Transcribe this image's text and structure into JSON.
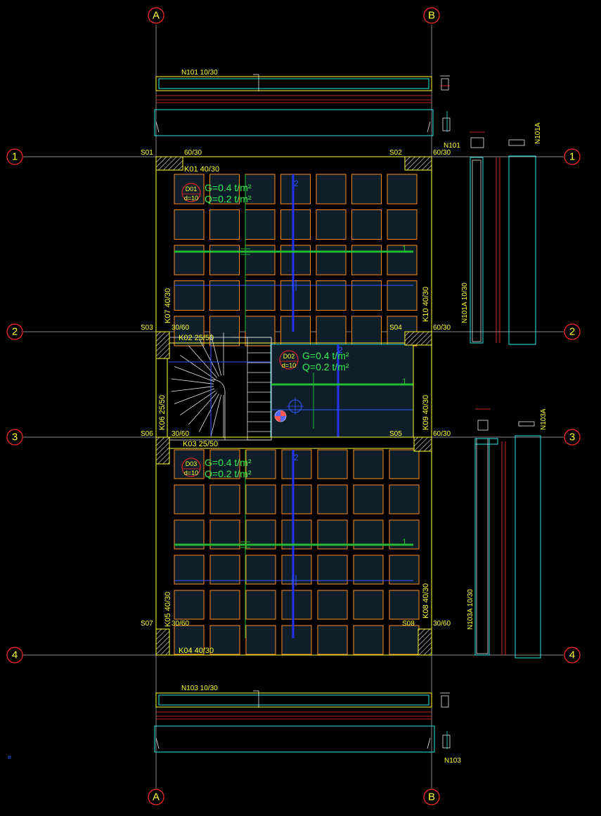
{
  "grid": {
    "columns": [
      "A",
      "B"
    ],
    "rows": [
      "1",
      "2",
      "3",
      "4"
    ]
  },
  "columns_labels": {
    "S01": "S01",
    "S02": "S02",
    "S03": "S03",
    "S04": "S04",
    "S05": "S05",
    "S06": "S06",
    "S07": "S07",
    "S08": "S08"
  },
  "column_sizes": {
    "s01": "60/30",
    "s02": "60/30",
    "s03": "30/60",
    "s04": "60/30",
    "s05": "60/30",
    "s06": "30/60",
    "s07": "30/60",
    "s08": "30/60"
  },
  "beams": {
    "k01": "K01 40/30",
    "k02": "K02 25/50",
    "k03": "K03 25/50",
    "k04": "K04 40/30",
    "k05": "K05 40/30",
    "k06": "K06 25/50",
    "k07": "K07 40/30",
    "k08": "K08 40/30",
    "k09": "K09 40/30",
    "k10": "K10 40/30"
  },
  "slabs": [
    {
      "id": "D01",
      "thickness": "d=10",
      "g": "G=0.4 t/m²",
      "q": "Q=0.2 t/m²"
    },
    {
      "id": "D02",
      "thickness": "d=10",
      "g": "G=0.4 t/m²",
      "q": "Q=0.2 t/m²"
    },
    {
      "id": "D03",
      "thickness": "d=10",
      "g": "G=0.4 t/m²",
      "q": "Q=0.2 t/m²"
    }
  ],
  "joists": {
    "n101_top": "N101 10/30",
    "n101_label": "N101",
    "n101a_vertical": "N101A 10/30",
    "n101a_label": "N101A",
    "n103_top": "N103 10/30",
    "n103_label": "N103",
    "n103a_vertical": "N103A 10/30",
    "n103a_label": "N103A"
  },
  "direction_marks": {
    "one": "1",
    "two": "2"
  },
  "colors": {
    "background": "#000000",
    "grid_bubble": "#ff2a2a",
    "label": "#ffff33",
    "load_text": "#33ee55",
    "rib_cell": "#ff8a1f",
    "reinforcement": "#2de6e6"
  }
}
